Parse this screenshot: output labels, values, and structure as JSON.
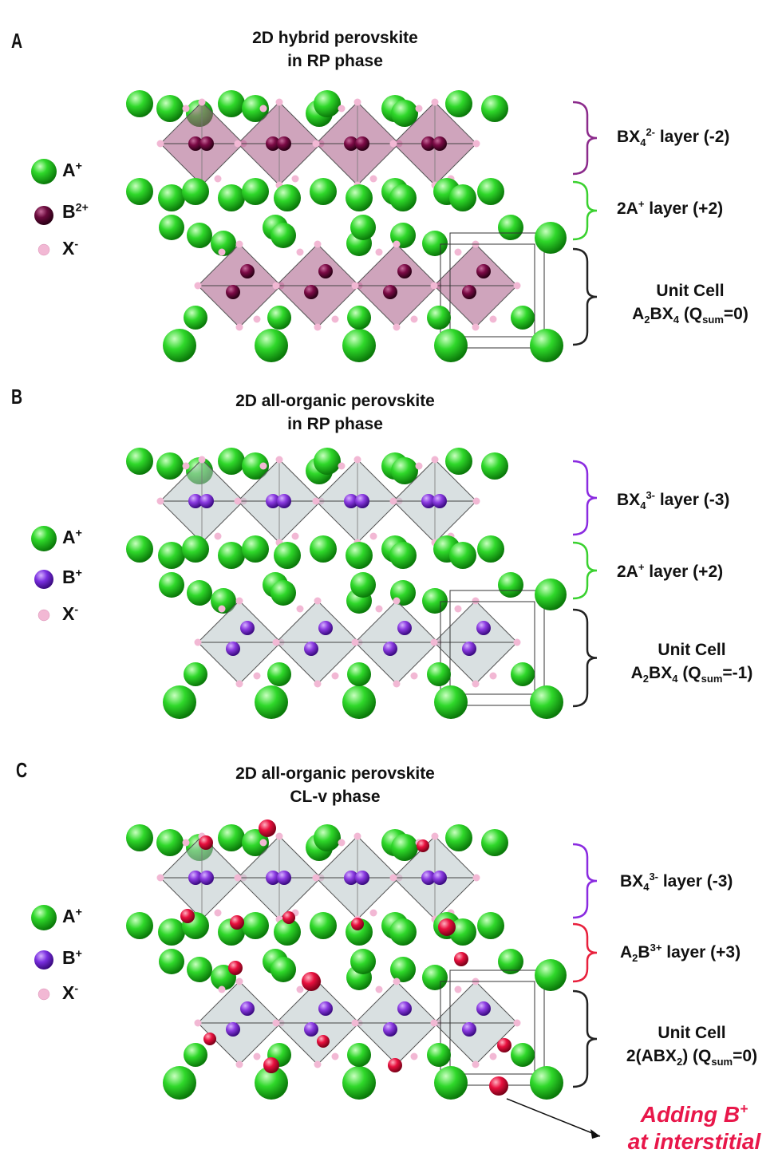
{
  "panels": [
    {
      "label": "A",
      "title_line1": "2D hybrid perovskite",
      "title_line2": "in RP phase",
      "legend": [
        {
          "sym": "A",
          "sup": "+",
          "color": "#2fd82a"
        },
        {
          "sym": "B",
          "sup": "2+",
          "color": "#6a0a3c"
        },
        {
          "sym": "X",
          "sup": "-",
          "color": "#f2b8d4"
        }
      ],
      "layers": [
        {
          "pre": "BX",
          "sub": "4",
          "sup": "2-",
          "post": " layer (-2)",
          "color": "#8b2a8b"
        },
        {
          "pre": "2A",
          "sub": "",
          "sup": "+",
          "post": " layer (+2)",
          "color": "#3ad12f"
        }
      ],
      "cell": {
        "line1": "Unit Cell",
        "formula_pre": "A",
        "formula_sub1": "2",
        "formula_mid": "BX",
        "formula_sub2": "4",
        "q_pre": " (Q",
        "q_sub": "sum",
        "q_post": "=0)",
        "color": "#222222"
      },
      "octa_fill": "#a85a85",
      "b_color": "#7a0a45"
    },
    {
      "label": "B",
      "title_line1": "2D all-organic perovskite",
      "title_line2": "in RP phase",
      "legend": [
        {
          "sym": "A",
          "sup": "+",
          "color": "#2fd82a"
        },
        {
          "sym": "B",
          "sup": "+",
          "color": "#7a2fe0"
        },
        {
          "sym": "X",
          "sup": "-",
          "color": "#f2b8d4"
        }
      ],
      "layers": [
        {
          "pre": "BX",
          "sub": "4",
          "sup": "3-",
          "post": " layer (-3)",
          "color": "#8a2ae0"
        },
        {
          "pre": "2A",
          "sub": "",
          "sup": "+",
          "post": " layer (+2)",
          "color": "#3ad12f"
        }
      ],
      "cell": {
        "line1": "Unit Cell",
        "formula_pre": "A",
        "formula_sub1": "2",
        "formula_mid": "BX",
        "formula_sub2": "4",
        "q_pre": " (Q",
        "q_sub": "sum",
        "q_post": "=-1)",
        "color": "#222222"
      },
      "octa_fill": "#b9c6c9",
      "b_color": "#8a3ae0"
    },
    {
      "label": "C",
      "title_line1": "2D all-organic perovskite",
      "title_line2": "CL-v phase",
      "legend": [
        {
          "sym": "A",
          "sup": "+",
          "color": "#2fd82a"
        },
        {
          "sym": "B",
          "sup": "+",
          "color": "#7a2fe0"
        },
        {
          "sym": "X",
          "sup": "-",
          "color": "#f2b8d4"
        }
      ],
      "layers": [
        {
          "pre": "BX",
          "sub": "4",
          "sup": "3-",
          "post": " layer (-3)",
          "color": "#8a2ae0"
        },
        {
          "pre": "A",
          "sub": "2",
          "sup": "3+",
          "post": " layer (+3)",
          "color": "#e8203c",
          "mid": "B"
        }
      ],
      "cell": {
        "line1": "Unit Cell",
        "formula_pre": "2(ABX",
        "formula_sub1": "2",
        "formula_mid": ")",
        "formula_sub2": "",
        "q_pre": " (Q",
        "q_sub": "sum",
        "q_post": "=0)",
        "color": "#222222"
      },
      "octa_fill": "#b9c6c9",
      "b_color": "#8a3ae0",
      "interstitial_color": "#e8103e"
    }
  ],
  "callout": {
    "line1_pre": "Adding B",
    "line1_sup": "+",
    "line2": "at interstitial",
    "color": "#e8174a"
  }
}
